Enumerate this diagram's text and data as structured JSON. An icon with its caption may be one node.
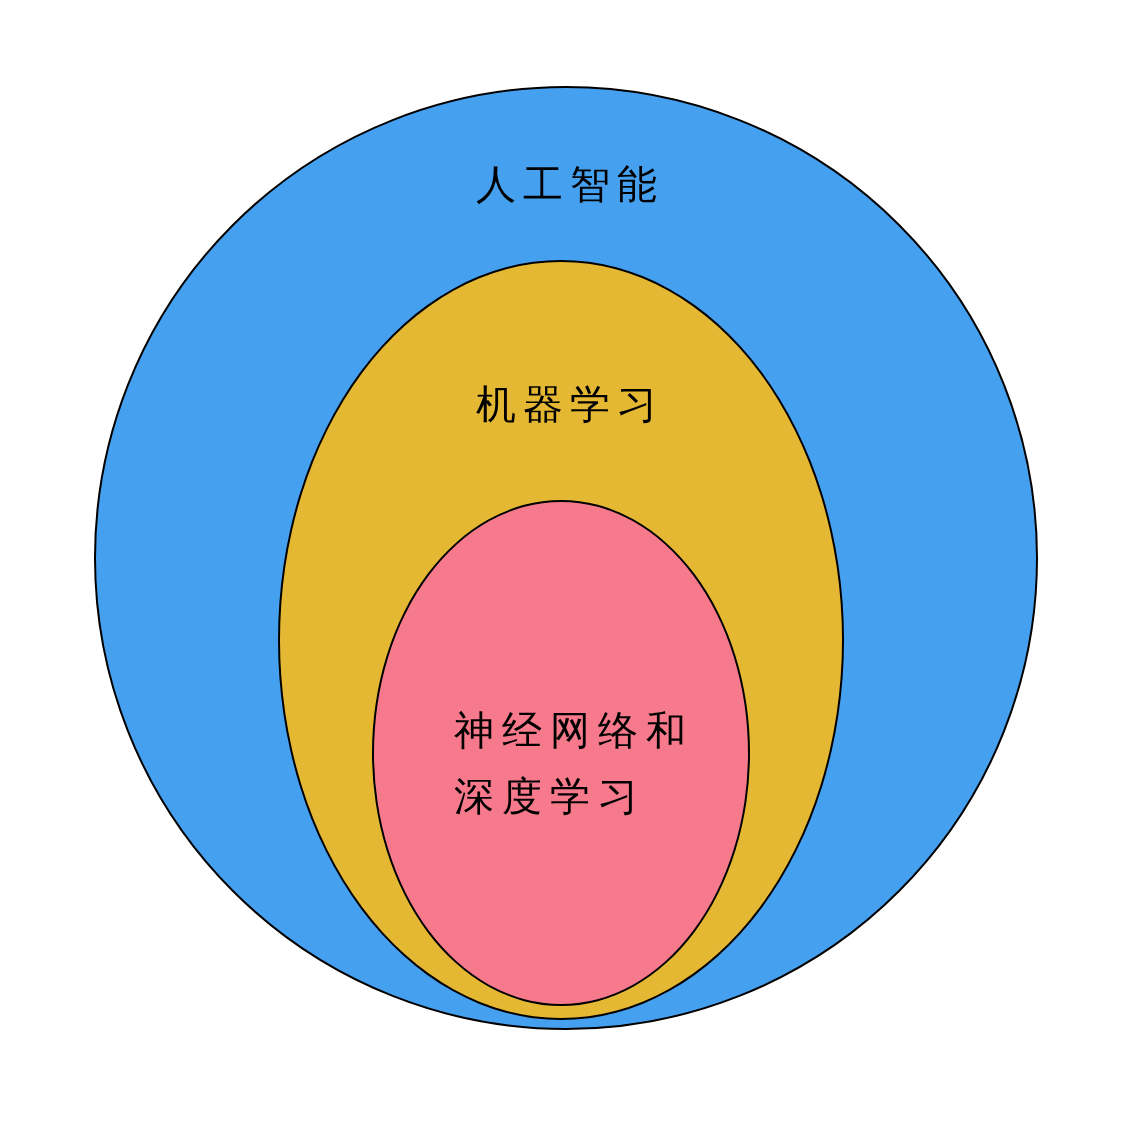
{
  "diagram": {
    "nodes": [
      {
        "text": [
          "人工智能"
        ]
      },
      {
        "text": [
          "机器学习"
        ],
        "in": 0
      },
      {
        "text": [
          "神经网络和深度学习"
        ],
        "in": 1
      }
    ]
  }
}
